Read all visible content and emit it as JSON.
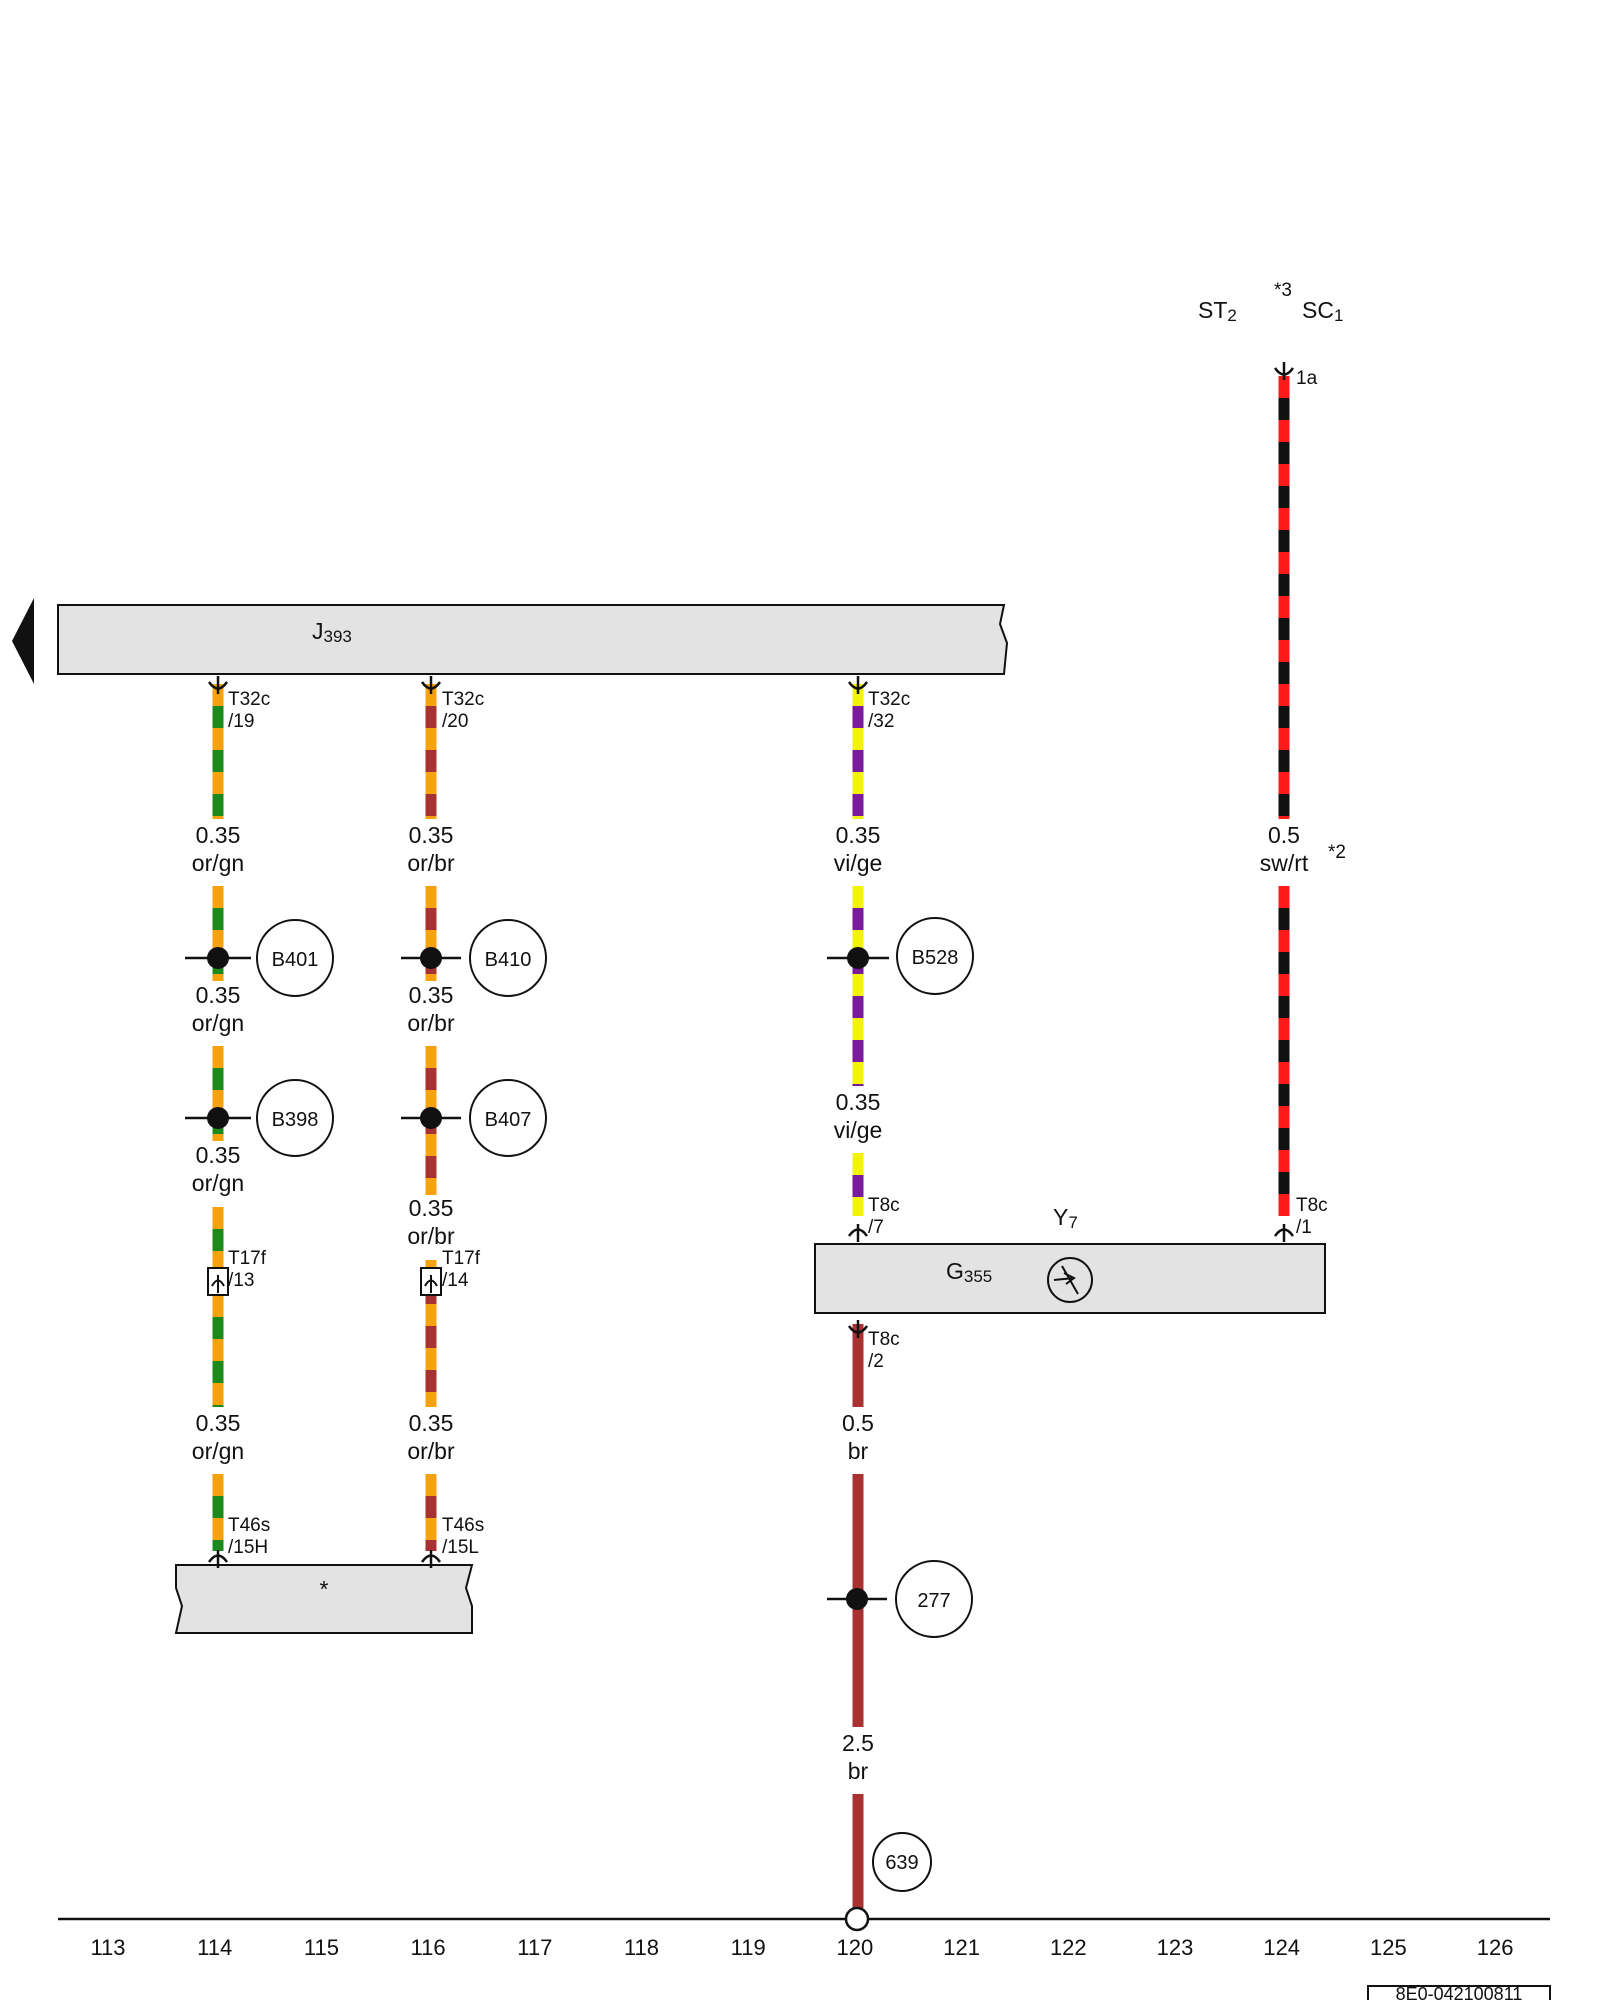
{
  "colors": {
    "or": "#f5a20e",
    "gn": "#1e8a1e",
    "br": "#a83232",
    "vi": "#7a1a9c",
    "ge": "#f2f20a",
    "sw": "#111111",
    "rt": "#ff1a1a",
    "module_fill": "#e3e3e3"
  },
  "components": {
    "J393": {
      "main": "J",
      "sub": "393"
    },
    "G355": {
      "main": "G",
      "sub": "355"
    },
    "Y7": {
      "main": "Y",
      "sub": "7"
    },
    "star_box": "*"
  },
  "top_labels": {
    "st": {
      "main": "ST",
      "sub": "2"
    },
    "sc": {
      "main": "SC",
      "sub": "1"
    },
    "note3": "*3",
    "note2": "*2"
  },
  "pins": {
    "t32c_19": [
      "T32c",
      "/19"
    ],
    "t32c_20": [
      "T32c",
      "/20"
    ],
    "t32c_32": [
      "T32c",
      "/32"
    ],
    "pin_1a": "1a",
    "t17f_13": [
      "T17f",
      "/13"
    ],
    "t17f_14": [
      "T17f",
      "/14"
    ],
    "t46s_15h": [
      "T46s",
      "/15H"
    ],
    "t46s_15l": [
      "T46s",
      "/15L"
    ],
    "t8c_7": [
      "T8c",
      "/7"
    ],
    "t8c_1": [
      "T8c",
      "/1"
    ],
    "t8c_2": [
      "T8c",
      "/2"
    ]
  },
  "wires": {
    "w114_1": [
      "0.35",
      "or/gn"
    ],
    "w114_2": [
      "0.35",
      "or/gn"
    ],
    "w114_3": [
      "0.35",
      "or/gn"
    ],
    "w114_4": [
      "0.35",
      "or/gn"
    ],
    "w116_1": [
      "0.35",
      "or/br"
    ],
    "w116_2": [
      "0.35",
      "or/br"
    ],
    "w116_3": [
      "0.35",
      "or/br"
    ],
    "w116_4": [
      "0.35",
      "or/br"
    ],
    "w120_1": [
      "0.35",
      "vi/ge"
    ],
    "w120_2": [
      "0.35",
      "vi/ge"
    ],
    "w120_3": [
      "0.5",
      "br"
    ],
    "w120_4": [
      "2.5",
      "br"
    ],
    "w124_1": [
      "0.5",
      "sw/rt"
    ]
  },
  "nodes": {
    "B401": "B401",
    "B398": "B398",
    "B410": "B410",
    "B407": "B407",
    "B528": "B528",
    "n277": "277",
    "n639": "639"
  },
  "grid_numbers": [
    "113",
    "114",
    "115",
    "116",
    "117",
    "118",
    "119",
    "120",
    "121",
    "122",
    "123",
    "124",
    "125",
    "126"
  ],
  "doc_id": "8E0-042100811"
}
